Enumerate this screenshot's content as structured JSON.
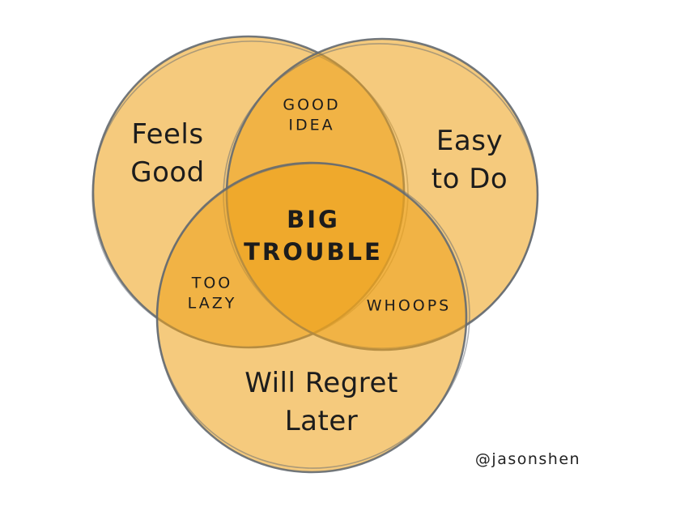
{
  "diagram": {
    "type": "venn-3-circles",
    "colors": {
      "background": "#ffffff",
      "circle_fill": "#eea11a",
      "circle_stroke": "#646a71",
      "text": "#1c1c1c"
    },
    "sets": [
      {
        "id": "feels-good",
        "label": "Feels Good",
        "lines": [
          "Feels",
          "Good"
        ]
      },
      {
        "id": "easy-to-do",
        "label": "Easy to Do",
        "lines": [
          "Easy",
          "to Do"
        ]
      },
      {
        "id": "will-regret-later",
        "label": "Will Regret Later",
        "lines": [
          "Will Regret",
          "Later"
        ]
      }
    ],
    "overlaps": [
      {
        "id": "good-idea",
        "sets": [
          "feels-good",
          "easy-to-do"
        ],
        "label": "GOOD IDEA",
        "lines": [
          "GOOD",
          "IDEA"
        ]
      },
      {
        "id": "too-lazy",
        "sets": [
          "feels-good",
          "will-regret-later"
        ],
        "label": "TOO LAZY",
        "lines": [
          "TOO",
          "LAZY"
        ]
      },
      {
        "id": "whoops",
        "sets": [
          "easy-to-do",
          "will-regret-later"
        ],
        "label": "WHOOPS",
        "lines": [
          "WHOOPS"
        ]
      },
      {
        "id": "big-trouble",
        "sets": [
          "feels-good",
          "easy-to-do",
          "will-regret-later"
        ],
        "label": "BIG TROUBLE",
        "lines": [
          "BIG",
          "TROUBLE"
        ]
      }
    ],
    "signature": "@jasonshen"
  }
}
